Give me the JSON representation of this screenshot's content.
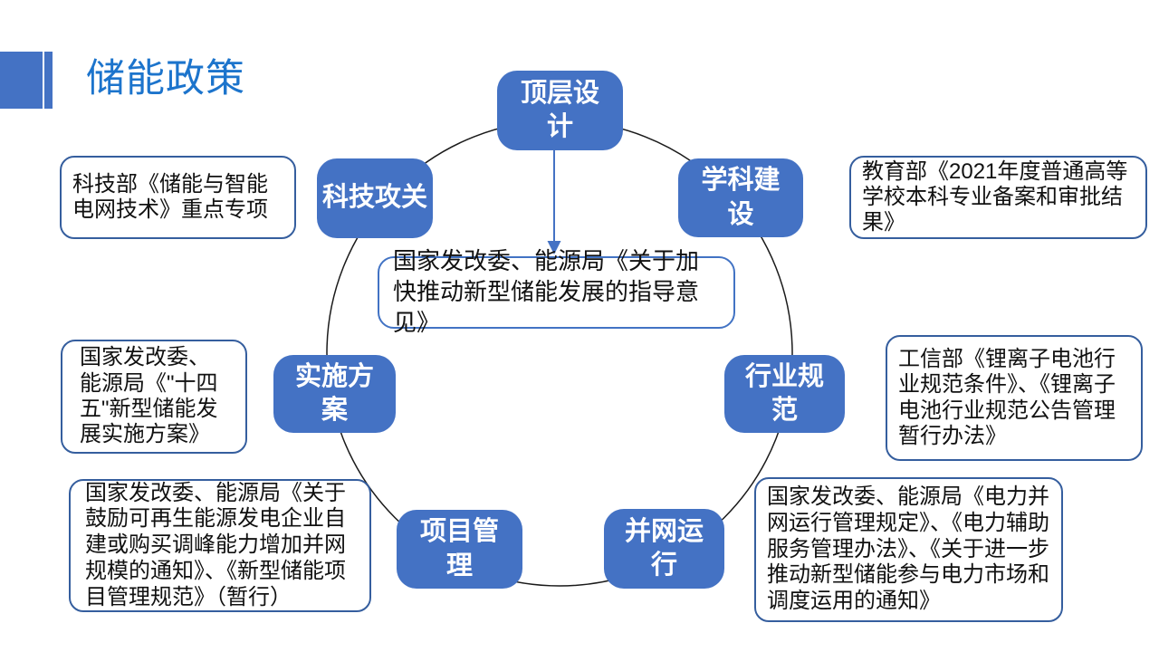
{
  "title": "储能政策",
  "colors": {
    "node_fill": "#4472C4",
    "node_text": "#FFFFFF",
    "circle_stroke": "#1A1A1A",
    "arrow": "#4472C4",
    "callout_border": "#355E9E",
    "center_box_border": "#4273C4",
    "title_color": "#1C74CC",
    "title_accent": "#4472C4"
  },
  "diagram": {
    "center_box": {
      "text": "国家发改委、能源局《关于加快推动新型储能发展的指导意见》"
    },
    "nodes": {
      "top": {
        "label": "顶层设\n计"
      },
      "top_right": {
        "label": "学科建\n设"
      },
      "top_left": {
        "label": "科技攻关"
      },
      "right": {
        "label": "行业规\n范"
      },
      "left": {
        "label": "实施方\n案"
      },
      "bottom_right": {
        "label": "并网运\n行"
      },
      "bottom_left": {
        "label": "项目管\n理"
      }
    },
    "callouts": {
      "top_left": {
        "text": "科技部《储能与智能电网技术》重点专项"
      },
      "top_right": {
        "text": "教育部《2021年度普通高等学校本科专业备案和审批结果》"
      },
      "right": {
        "text": "工信部《锂离子电池行业规范条件》、《锂离子电池行业规范公告管理暂行办法》"
      },
      "bottom_right": {
        "text": "国家发改委、能源局《电力并网运行管理规定》、《电力辅助服务管理办法》、《关于进一步推动新型储能参与电力市场和调度运用的通知》"
      },
      "bottom_left": {
        "text": "国家发改委、能源局《关于鼓励可再生能源发电企业自建或购买调峰能力增加并网规模的通知》、《新型储能项目管理规范》（暂行）"
      },
      "left": {
        "text": "国家发改委、能源局《\"十四五\"新型储能发展实施方案》"
      }
    }
  }
}
